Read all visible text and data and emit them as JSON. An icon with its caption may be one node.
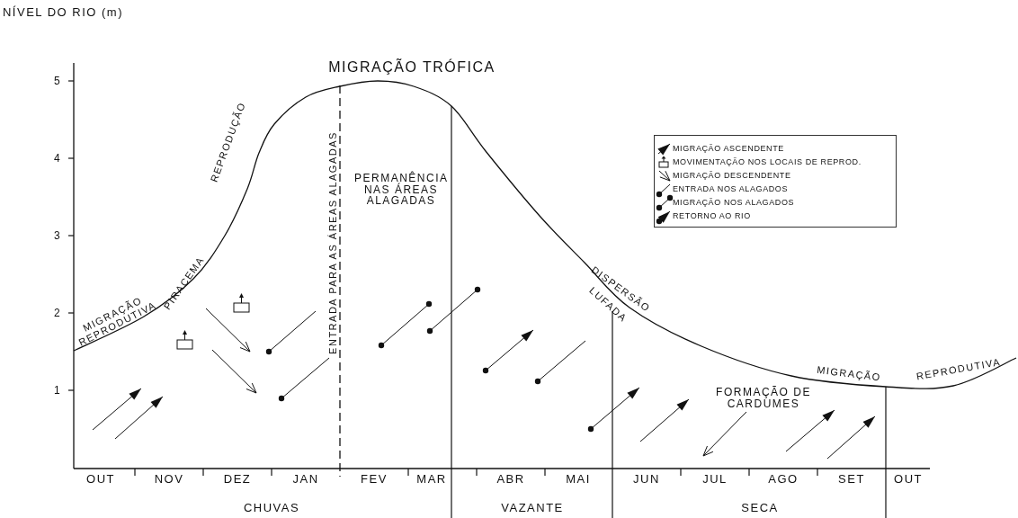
{
  "diagram": {
    "labels": [
      "NÍVEL DO RIO (m)",
      "MIGRAÇÃO TRÓFICA",
      "5",
      "4",
      "3",
      "2",
      "1",
      "ENTRADA PARA AS ÁREAS ALAGADAS",
      "REPRODUÇÃO",
      "PERMANÊNCIA NAS ÁREAS ALAGADAS",
      "MIGRAÇÃO REPRODUTIVA",
      "PIRACEMA",
      "DISPERSÃO",
      "LUFADA",
      "MIGRAÇÃO",
      "REPRODUTIVA",
      "FORMAÇÃO DE CARDUMES",
      "OUT",
      "NOV",
      "DEZ",
      "JAN",
      "FEV",
      "MAR",
      "ABR",
      "MAI",
      "JUN",
      "JUL",
      "AGO",
      "SET",
      "OUT",
      "CHUVAS",
      "VAZANTE",
      "SECA"
    ],
    "legend": [
      {
        "text": "MIGRAÇÃO ASCENDENTE"
      },
      {
        "text": "MOVIMENTAÇÃO NOS LOCAIS DE REPROD."
      },
      {
        "text": "MIGRAÇÃO DESCENDENTE"
      },
      {
        "text": "ENTRADA NOS ALAGADOS"
      },
      {
        "text": "MIGRAÇÃO NOS ALAGADOS"
      },
      {
        "text": "RETORNO AO RIO"
      }
    ]
  }
}
